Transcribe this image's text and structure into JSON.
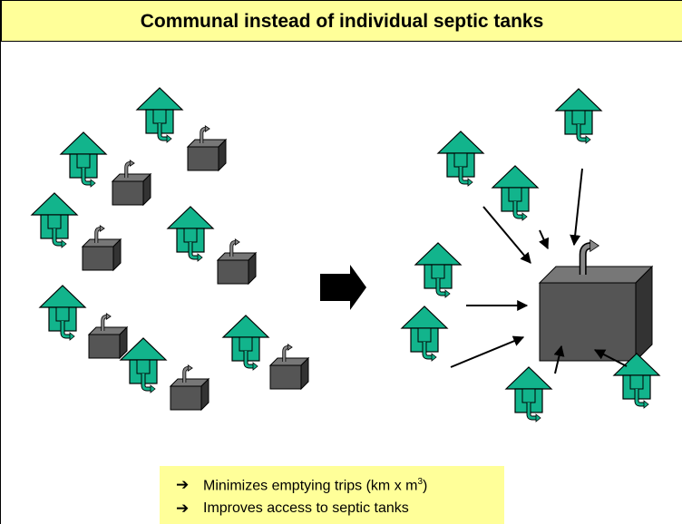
{
  "title": "Communal instead of individual septic tanks",
  "colors": {
    "house": "#12b48c",
    "tank_dark": "#555555",
    "tank_side": "#333333",
    "pipe": "#888888",
    "title_bg": "#ffff99",
    "bullet_bg": "#ffff99"
  },
  "icons": {
    "house": "house-icon",
    "tank": "septic-tank-icon",
    "transition": "right-arrow-icon"
  },
  "bullets": [
    {
      "arrow": "➔",
      "text": "Minimizes emptying trips (km x m",
      "sup": "3",
      "suffix": ")"
    },
    {
      "arrow": "➔",
      "text": "Improves access to septic tanks",
      "sup": "",
      "suffix": ""
    }
  ]
}
